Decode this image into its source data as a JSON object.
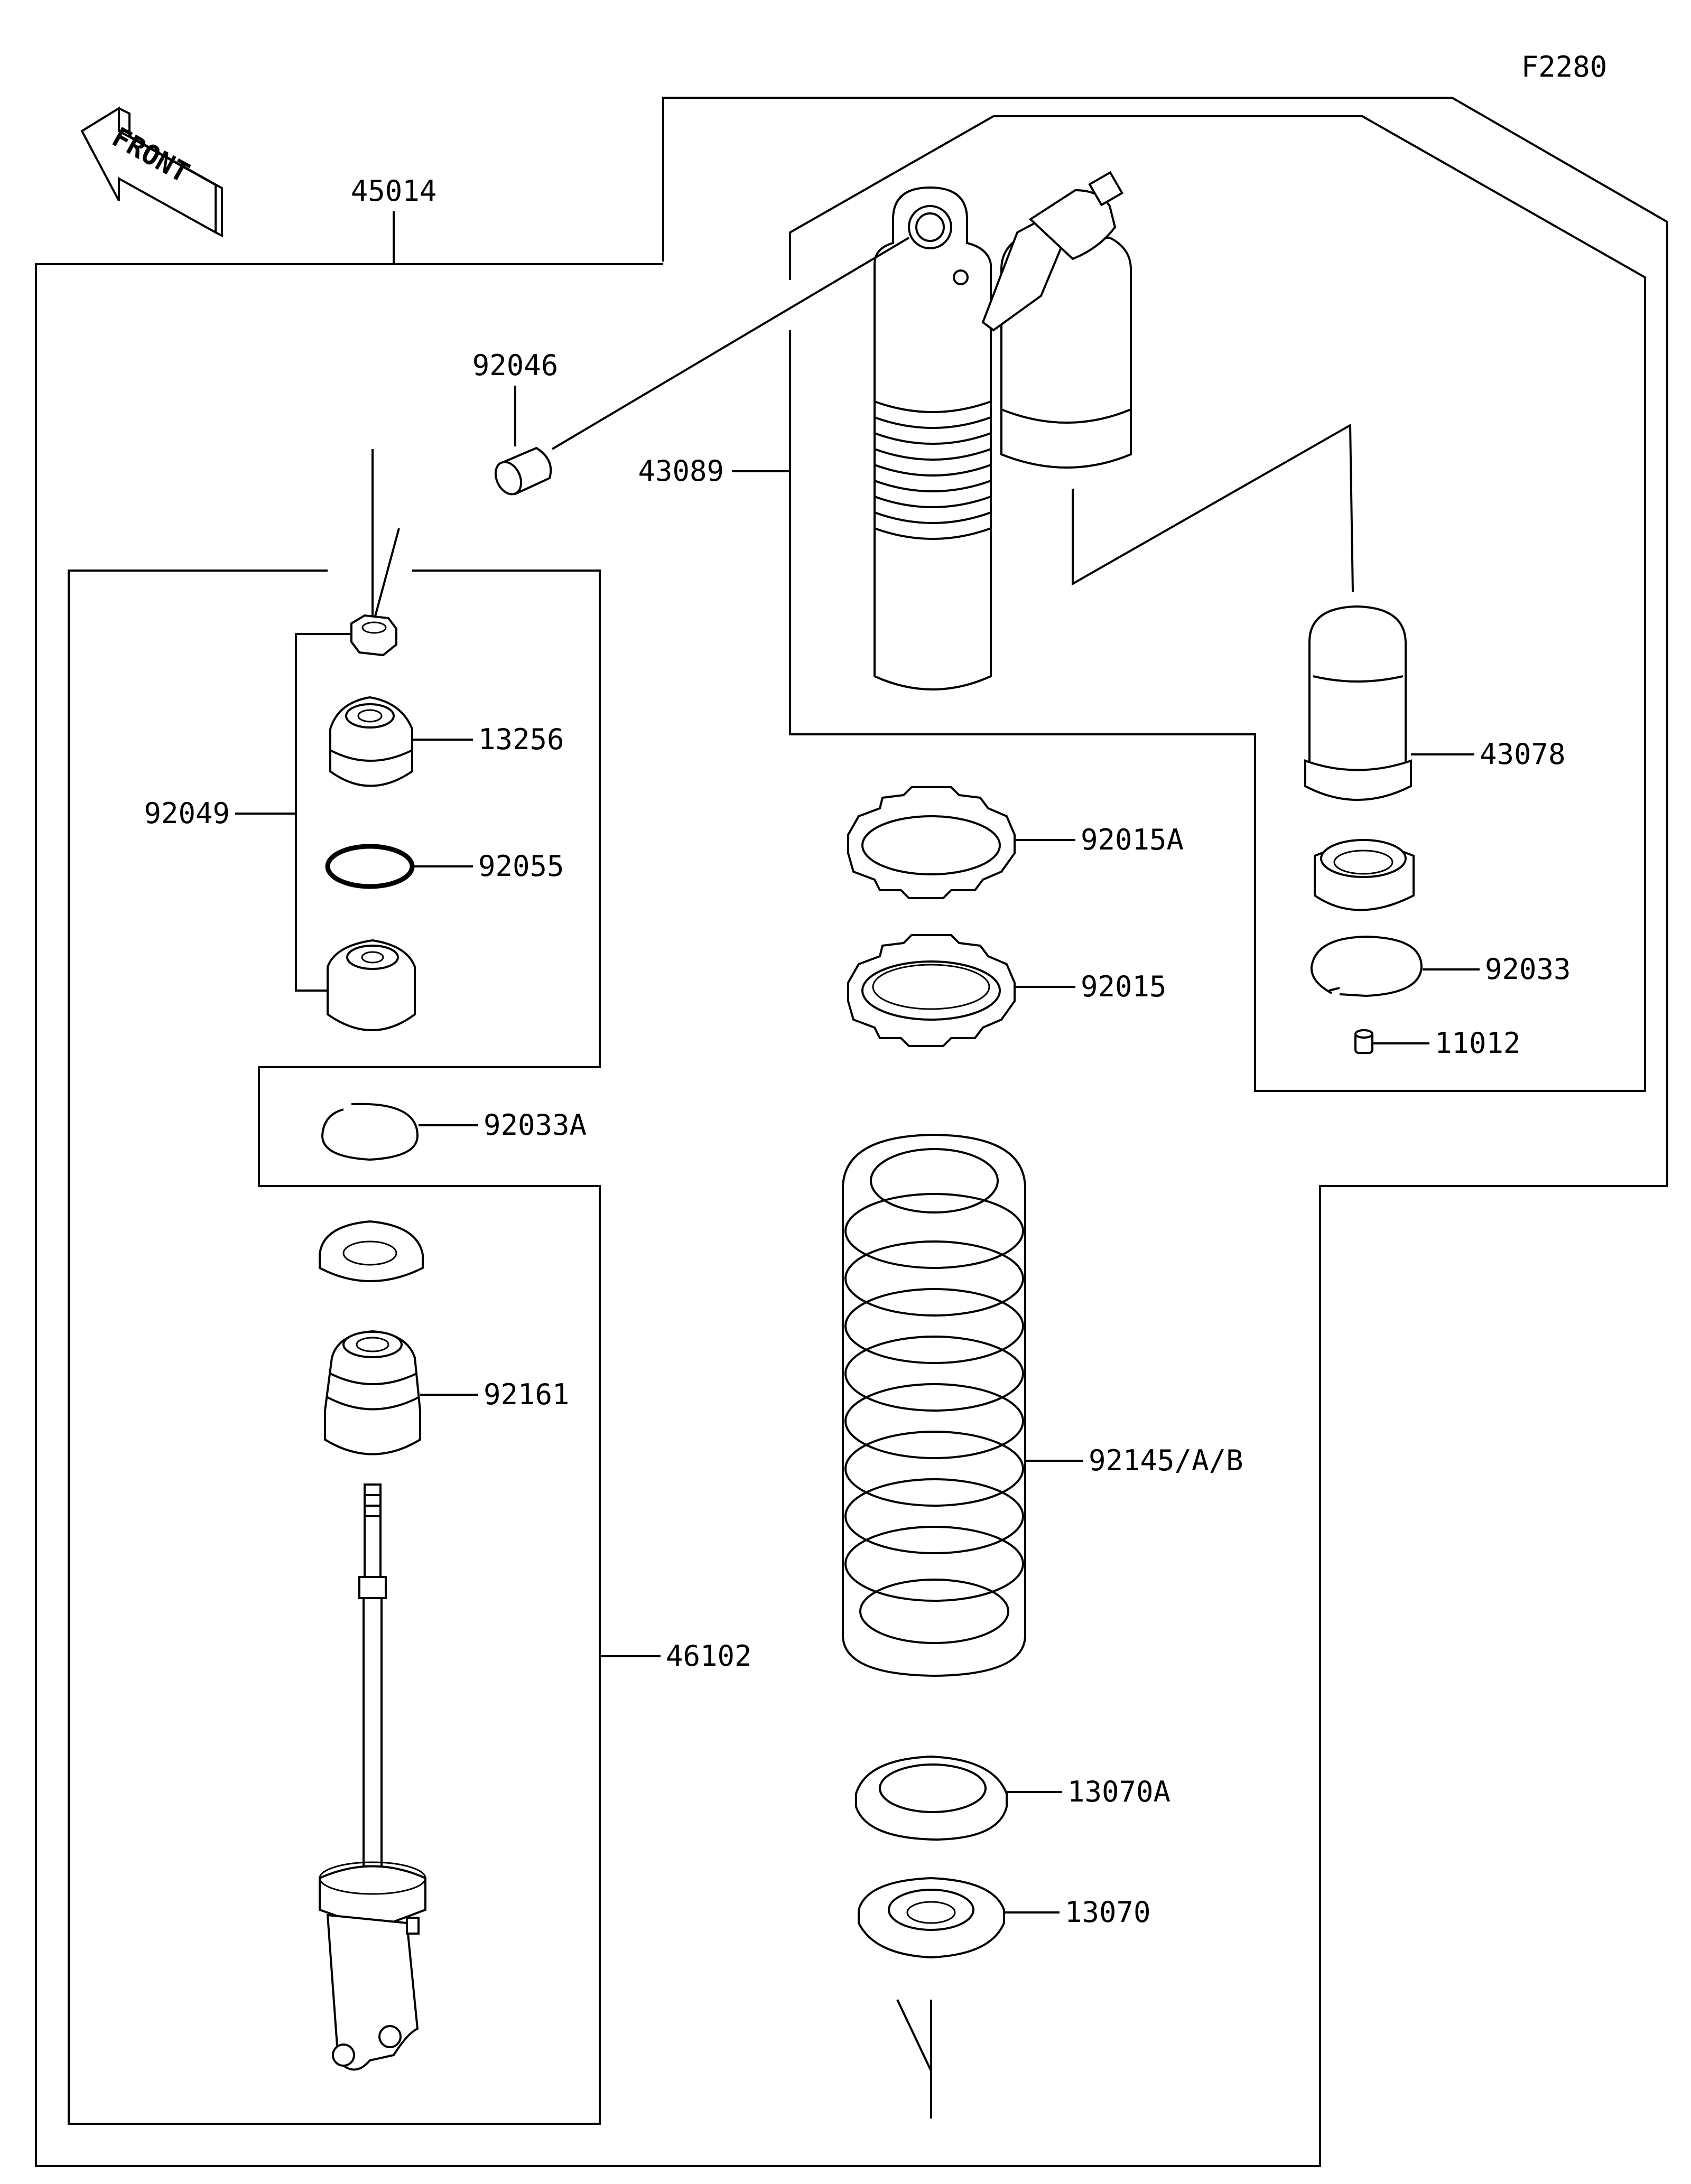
{
  "figure_code": "F2280",
  "orientation_label": "FRONT",
  "part_numbers": {
    "p45014": "45014",
    "p43089": "43089",
    "p92046": "92046",
    "p13256": "13256",
    "p92049": "92049",
    "p92055": "92055",
    "p92033A": "92033A",
    "p92161": "92161",
    "p46102": "46102",
    "p92015A": "92015A",
    "p92015": "92015",
    "p92145": "92145/A/B",
    "p13070A": "13070A",
    "p13070": "13070",
    "p43078": "43078",
    "p92033": "92033",
    "p11012": "11012"
  }
}
